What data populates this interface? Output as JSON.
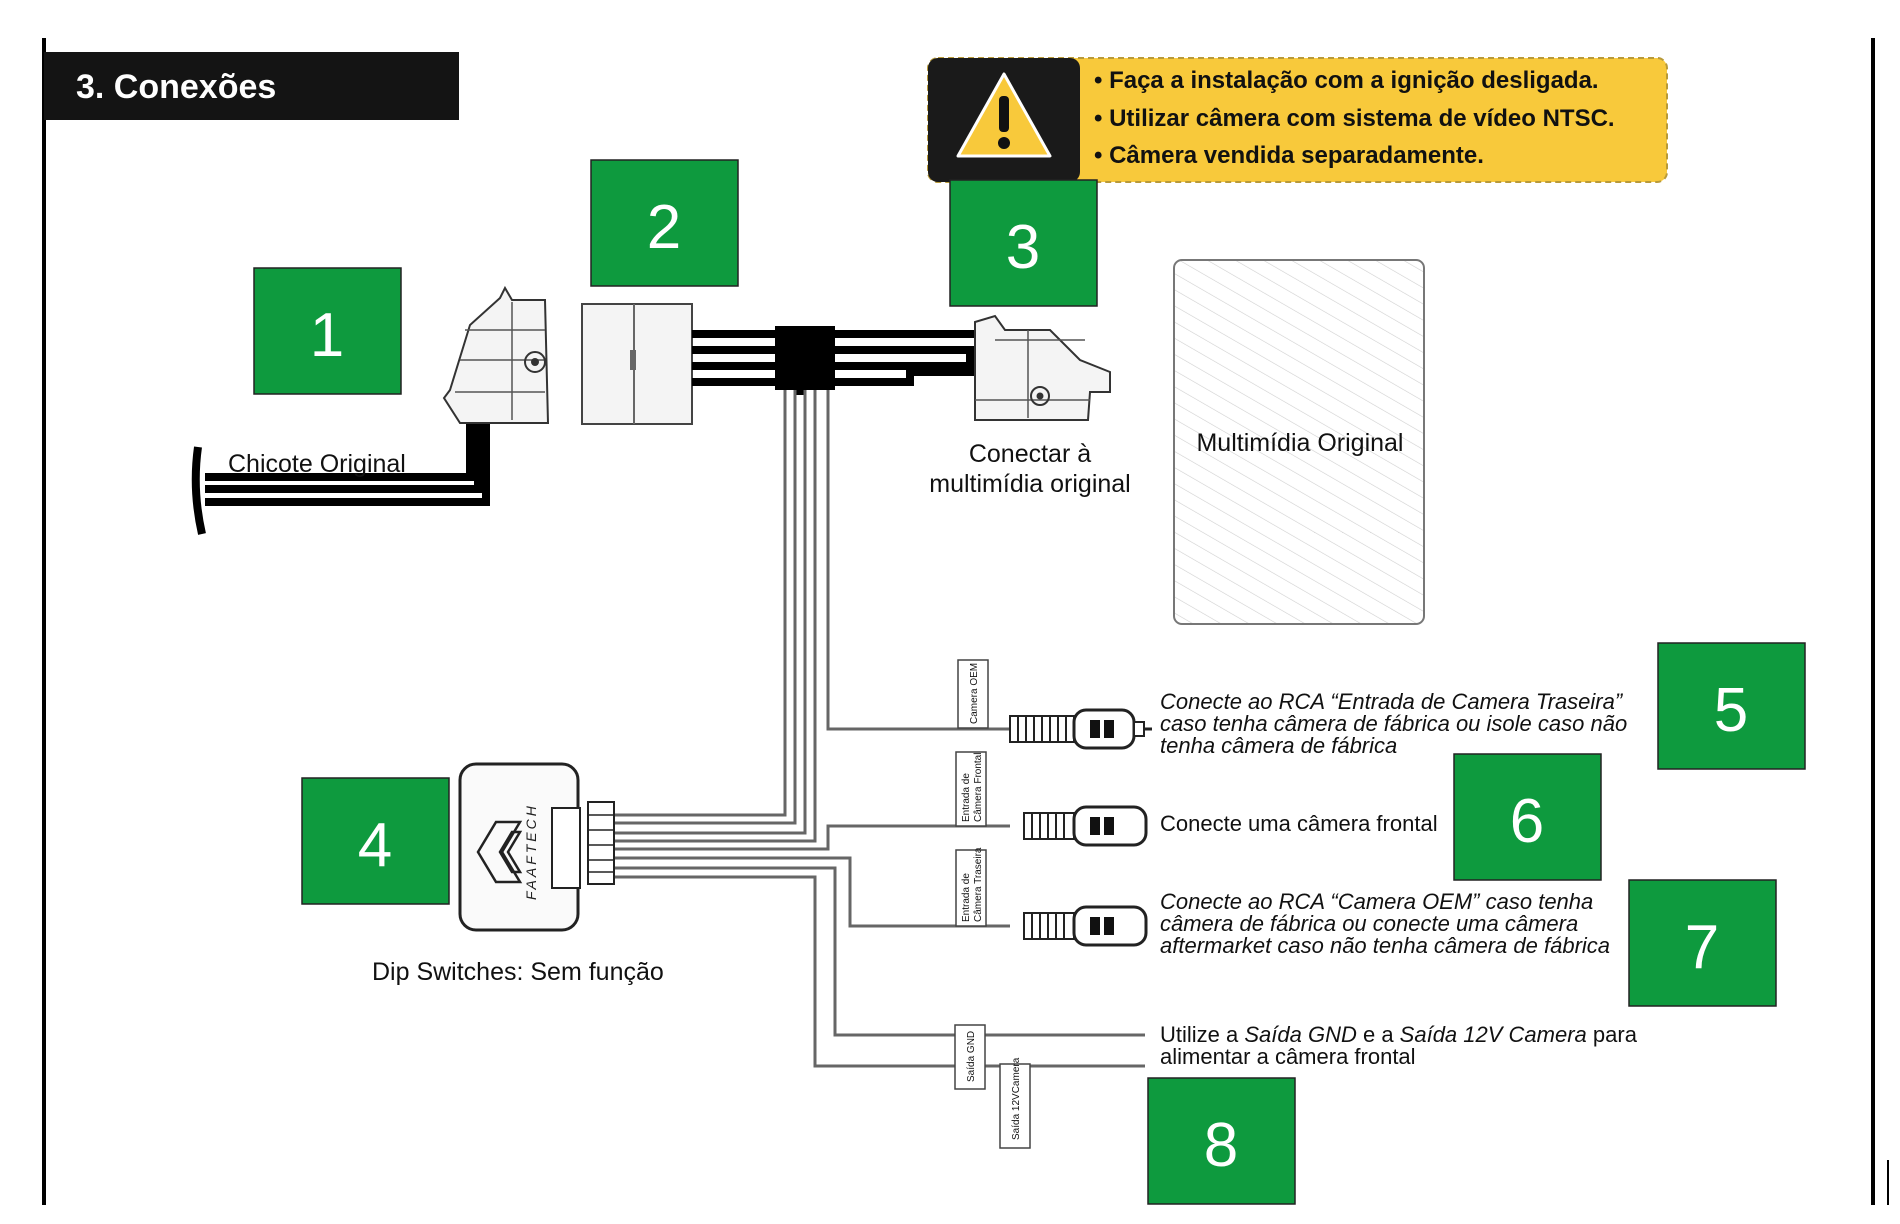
{
  "section": {
    "title": "3. Conexões"
  },
  "warning": {
    "lines": [
      "• Faça a instalação com a ignição desligada.",
      "• Utilizar câmera com sistema de vídeo NTSC.",
      "• Câmera vendida separadamente."
    ],
    "bg_color": "#f8c93b",
    "icon_color": "#f8c93b"
  },
  "accent_color": "#0e9a3e",
  "numbers": [
    "1",
    "2",
    "3",
    "4",
    "5",
    "6",
    "7",
    "8"
  ],
  "labels": {
    "chicote": "Chicote Original",
    "conectar_1": "Conectar à",
    "conectar_2": "multimídia original",
    "multimidia": "Multimídia Original",
    "dip": "Dip Switches: Sem função",
    "brand": "FAAFTECH"
  },
  "tags": {
    "camera_oem": "Camera OEM",
    "entrada_frontal_1": "Entrada de",
    "entrada_frontal_2": "Câmera Frontal",
    "entrada_traseira_1": "Entrada de",
    "entrada_traseira_2": "Câmera Traseira",
    "saida_gnd": "Saída GND",
    "saida_12v": "Saída 12VCamera"
  },
  "instructions": {
    "i5": [
      "Conecte ao RCA “Entrada de Camera Traseira”",
      "caso tenha câmera de fábrica ou isole caso não",
      "tenha câmera de fábrica"
    ],
    "i6": "Conecte uma câmera frontal",
    "i7": [
      "Conecte ao RCA “Camera OEM” caso tenha",
      "câmera de fábrica ou conecte uma câmera",
      "aftermarket caso não tenha câmera de fábrica"
    ],
    "i8": {
      "p1": "Utilize a ",
      "p2": "Saída GND",
      "p3": " e a ",
      "p4": "Saída 12V Camera",
      "p5": " para",
      "line2": "alimentar a câmera frontal"
    }
  }
}
